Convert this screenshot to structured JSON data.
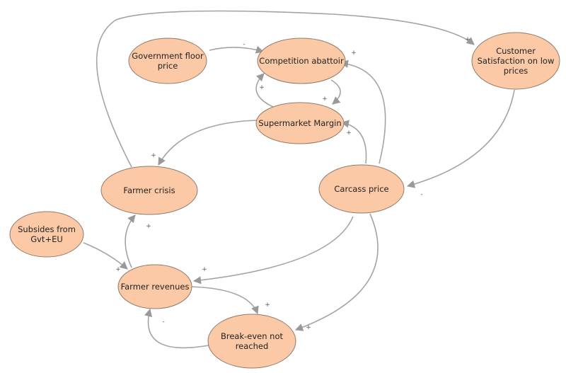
{
  "diagram": {
    "nodes": [
      {
        "id": "gov",
        "lines": [
          "Government floor",
          "price"
        ]
      },
      {
        "id": "comp",
        "lines": [
          "Competition abattoir"
        ]
      },
      {
        "id": "cust",
        "lines": [
          "Customer",
          "Satisfaction on low",
          "prices"
        ]
      },
      {
        "id": "super",
        "lines": [
          "Supermarket Margin"
        ]
      },
      {
        "id": "crisis",
        "lines": [
          "Farmer crisis"
        ]
      },
      {
        "id": "carcass",
        "lines": [
          "Carcass price"
        ]
      },
      {
        "id": "subs",
        "lines": [
          "Subsides from",
          "Gvt+EU"
        ]
      },
      {
        "id": "rev",
        "lines": [
          "Farmer revenues"
        ]
      },
      {
        "id": "break",
        "lines": [
          "Break-even not",
          "reached"
        ]
      }
    ],
    "edges": [
      {
        "id": "gov-comp",
        "polarity": "-"
      },
      {
        "id": "comp-super",
        "polarity": "+"
      },
      {
        "id": "super-comp",
        "polarity": "+"
      },
      {
        "id": "carcass-comp",
        "polarity": "+"
      },
      {
        "id": "carcass-super",
        "polarity": "+"
      },
      {
        "id": "super-crisis",
        "polarity": "+"
      },
      {
        "id": "crisis-cust",
        "polarity": "+"
      },
      {
        "id": "cust-carcass",
        "polarity": "-"
      },
      {
        "id": "rev-crisis",
        "polarity": "+"
      },
      {
        "id": "subs-rev",
        "polarity": "+"
      },
      {
        "id": "carcass-rev",
        "polarity": "+"
      },
      {
        "id": "rev-break",
        "polarity": "+"
      },
      {
        "id": "break-rev",
        "polarity": "-"
      },
      {
        "id": "carcass-break",
        "polarity": "+"
      }
    ]
  }
}
